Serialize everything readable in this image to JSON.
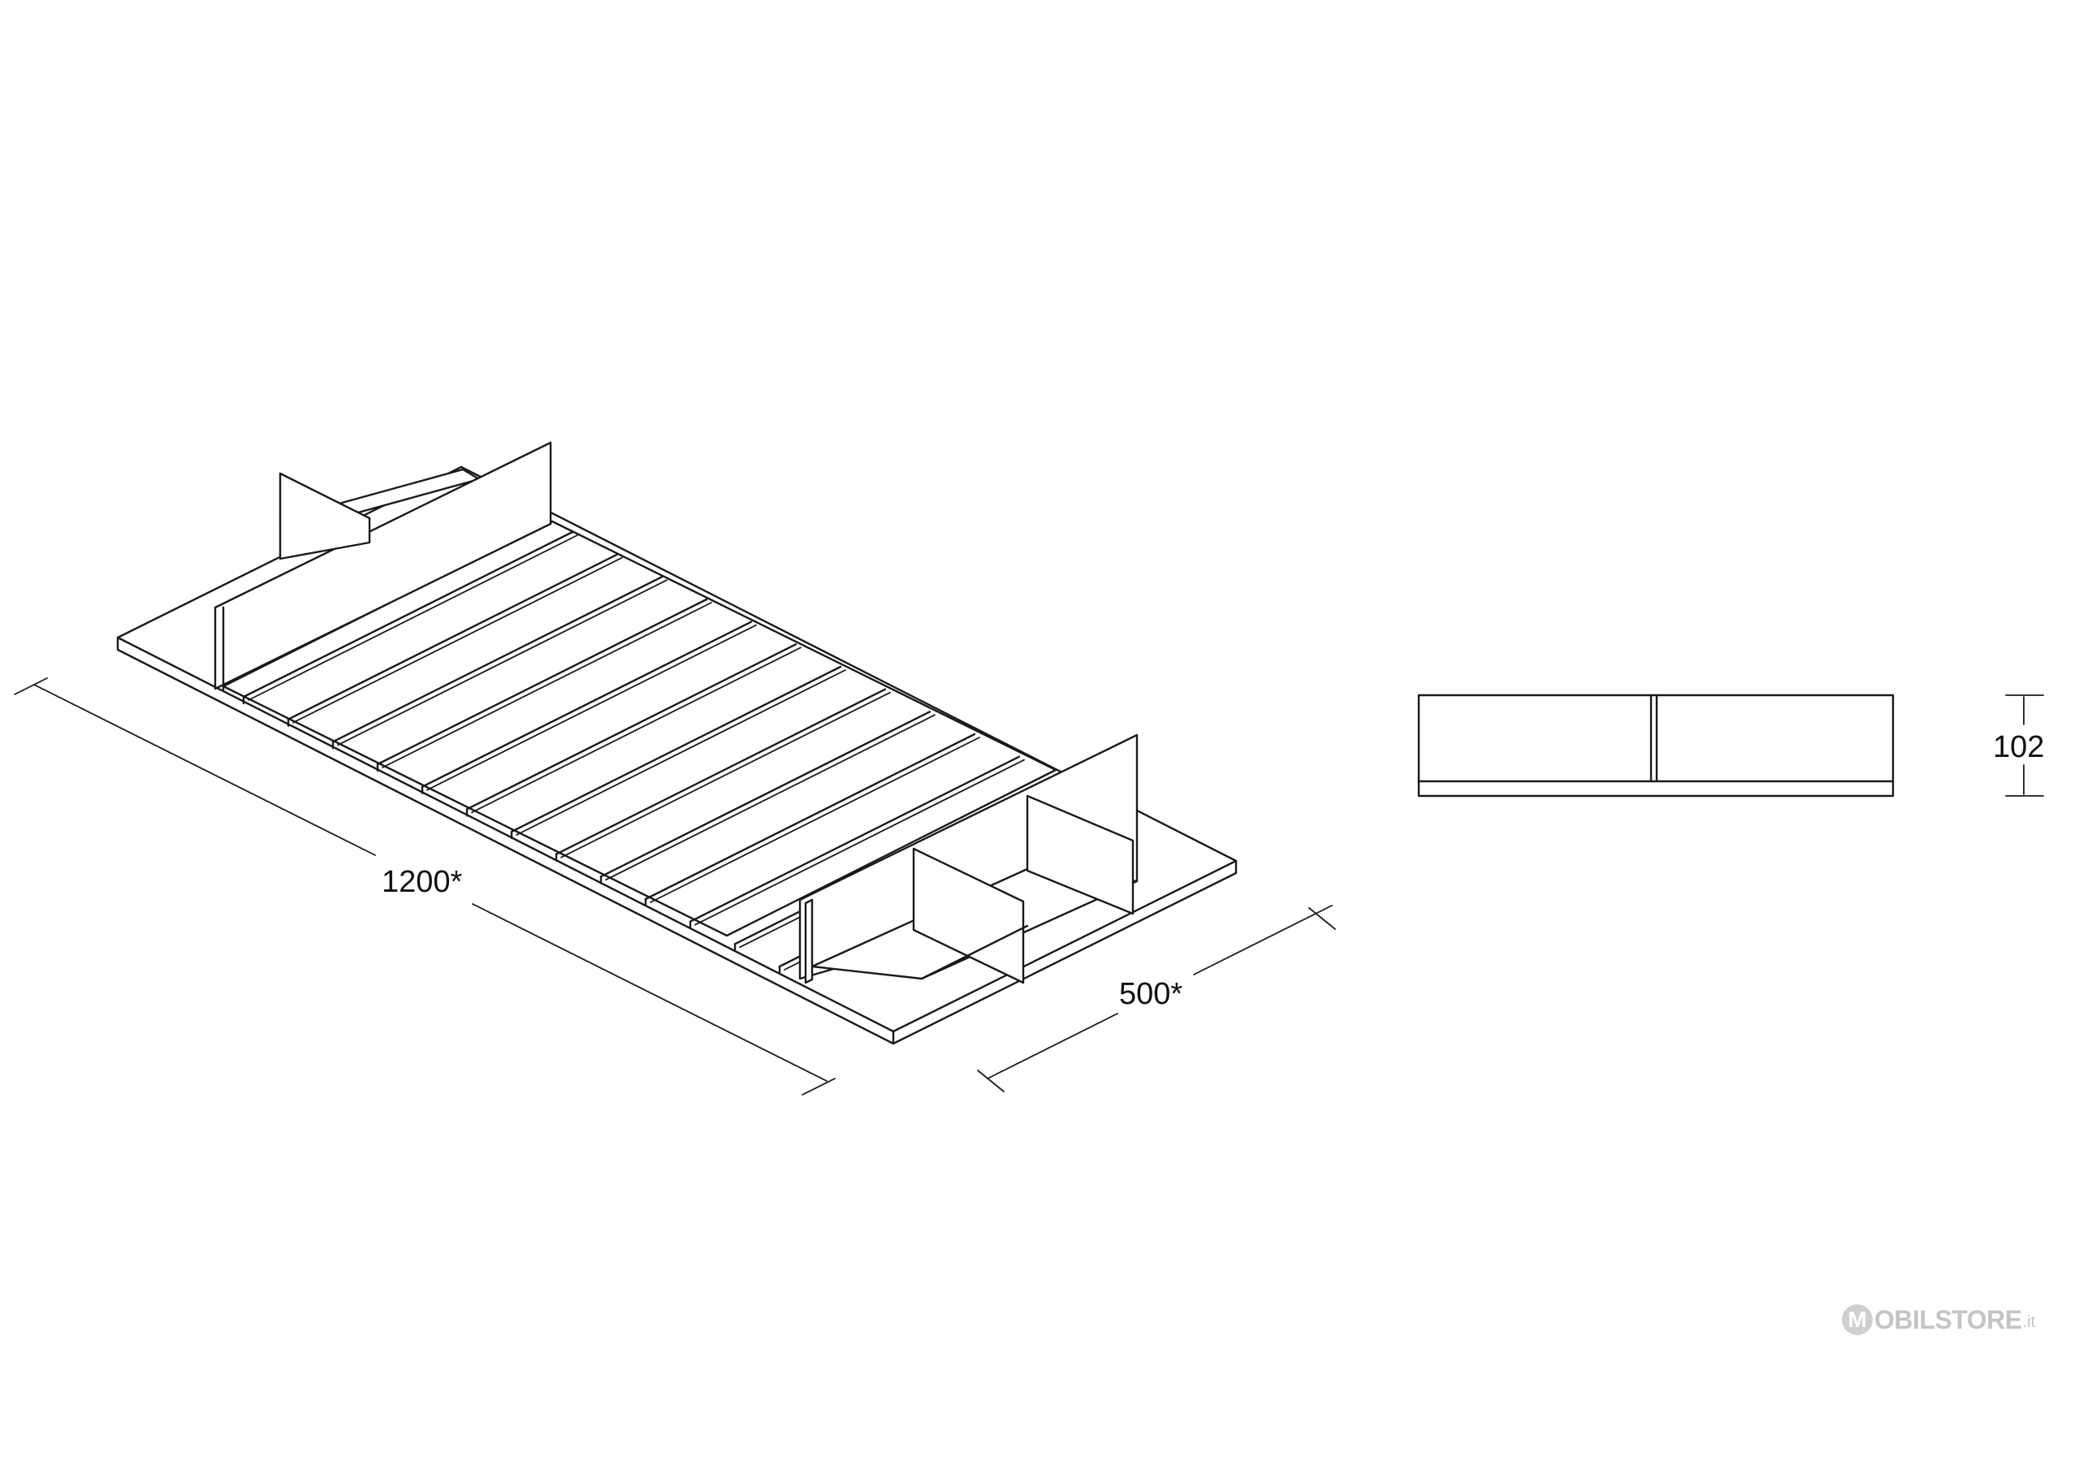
{
  "dimensions": {
    "length": "1200*",
    "width": "500*",
    "height": "102"
  },
  "watermark": {
    "mark": "M",
    "name": "OBILSTORE",
    "tld": ".it",
    "color": "#c4c4c4"
  },
  "colors": {
    "line": "#1a1a1a",
    "background": "#ffffff"
  }
}
